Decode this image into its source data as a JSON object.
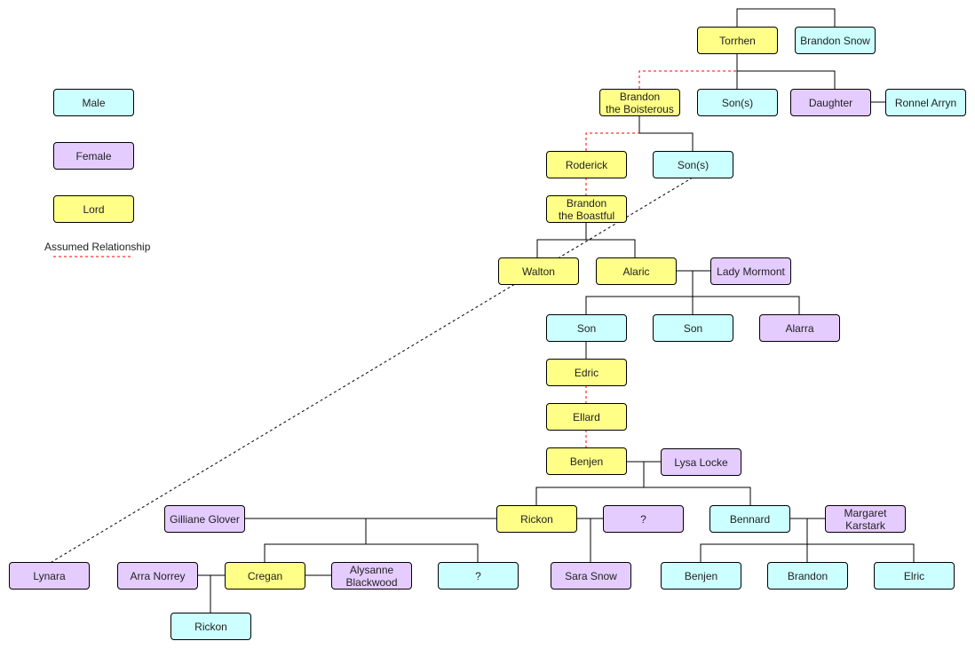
{
  "legend": {
    "male": "Male",
    "female": "Female",
    "lord": "Lord",
    "assumed": "Assumed Relationship"
  },
  "colors": {
    "male": "#ccffff",
    "female": "#e5ccff",
    "lord": "#ffff88",
    "assumed_line": "#ff0000"
  },
  "people": {
    "torrhen": "Torrhen",
    "brandon_snow": "Brandon Snow",
    "brandon_boisterous": "Brandon\nthe Boisterous",
    "sons_1": "Son(s)",
    "daughter": "Daughter",
    "ronnel_arryn": "Ronnel Arryn",
    "roderick": "Roderick",
    "sons_2": "Son(s)",
    "brandon_boastful": "Brandon\nthe Boastful",
    "walton": "Walton",
    "alaric": "Alaric",
    "lady_mormont": "Lady Mormont",
    "son_1": "Son",
    "son_2": "Son",
    "alarra": "Alarra",
    "edric": "Edric",
    "ellard": "Ellard",
    "benjen": "Benjen",
    "lysa_locke": "Lysa Locke",
    "gilliane_glover": "Gilliane Glover",
    "rickon": "Rickon",
    "unknown_wife": "?",
    "bennard": "Bennard",
    "margaret_karstark": "Margaret\nKarstark",
    "lynara": "Lynara",
    "arra_norrey": "Arra Norrey",
    "cregan": "Cregan",
    "alysanne_blackwood": "Alysanne\nBlackwood",
    "unknown_child": "?",
    "sara_snow": "Sara Snow",
    "benjen_2": "Benjen",
    "brandon_2": "Brandon",
    "elric": "Elric",
    "rickon_2": "Rickon"
  }
}
